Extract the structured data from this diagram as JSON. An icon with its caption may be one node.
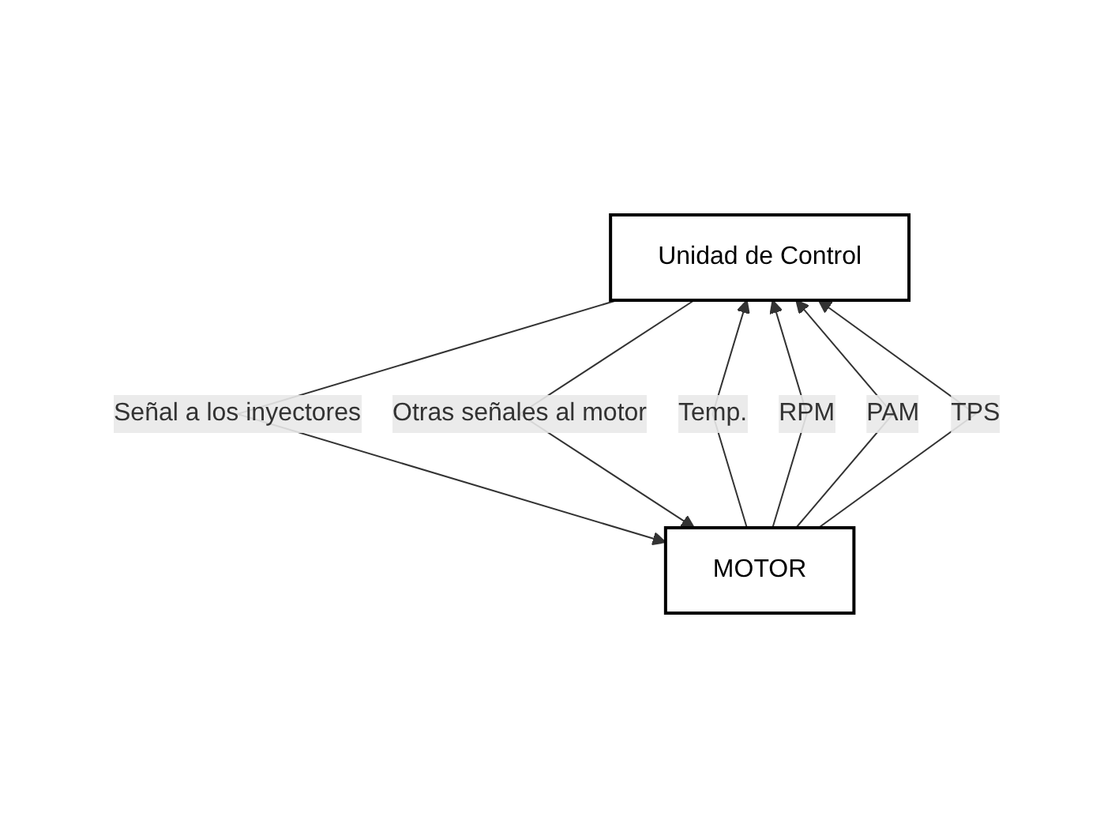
{
  "diagram": {
    "nodes": [
      {
        "text": [
          "Unidad de Control"
        ]
      },
      {
        "text": [
          "MOTOR"
        ]
      }
    ],
    "edges": [
      {
        "from": 1,
        "to": 0,
        "arrow": "to",
        "label": "Temp."
      },
      {
        "from": 1,
        "to": 0,
        "arrow": "to",
        "label": "RPM"
      },
      {
        "from": 1,
        "to": 0,
        "arrow": "to",
        "label": "PAM"
      },
      {
        "from": 1,
        "to": 0,
        "arrow": "to",
        "label": "TPS"
      },
      {
        "from": 0,
        "to": 1,
        "arrow": "to",
        "label": "Señal a los inyectores"
      },
      {
        "from": 0,
        "to": 1,
        "arrow": "to",
        "label": "Otras señales al motor"
      }
    ]
  }
}
